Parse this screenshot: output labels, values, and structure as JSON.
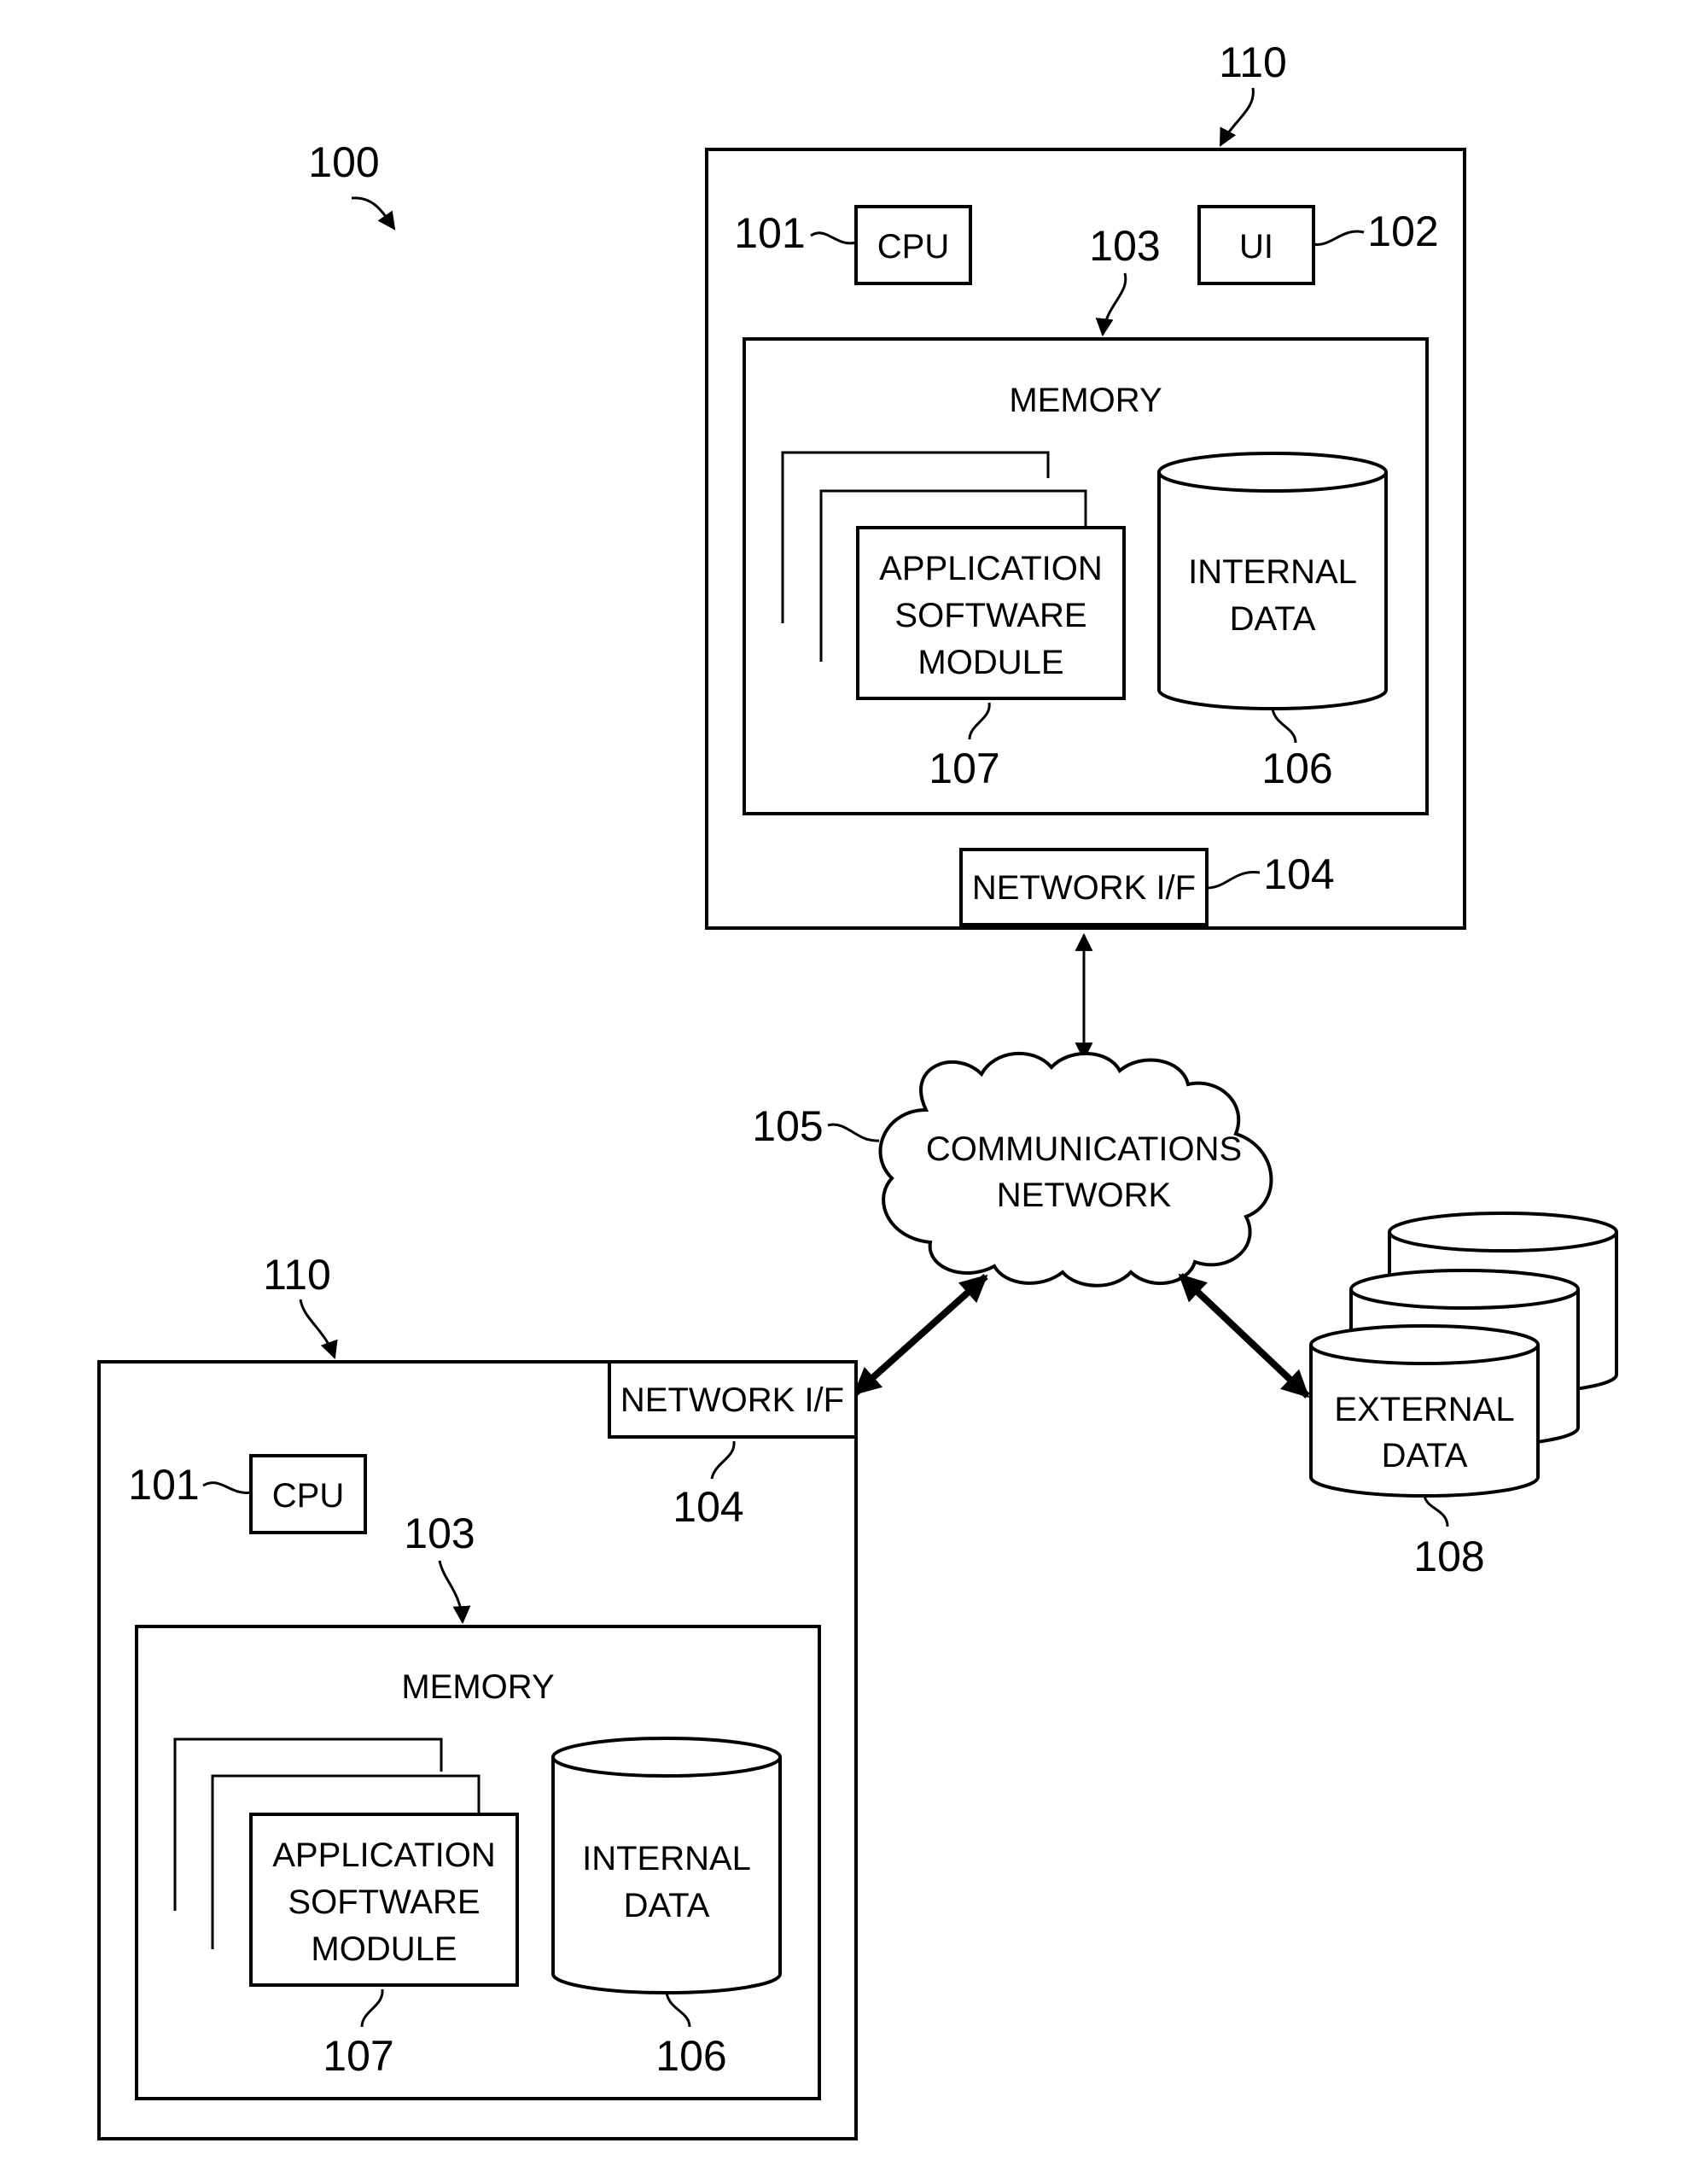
{
  "figure": {
    "ref_system": "100",
    "top_computer": {
      "ref": "110",
      "cpu": {
        "ref": "101",
        "label": "CPU"
      },
      "ui": {
        "ref": "102",
        "label": "UI"
      },
      "memory": {
        "ref": "103",
        "label": "MEMORY"
      },
      "app_module": {
        "ref": "107",
        "lines": [
          "APPLICATION",
          "SOFTWARE",
          "MODULE"
        ]
      },
      "internal_data": {
        "ref": "106",
        "lines": [
          "INTERNAL",
          "DATA"
        ]
      },
      "network_if": {
        "ref": "104",
        "label": "NETWORK I/F"
      }
    },
    "network": {
      "ref": "105",
      "lines": [
        "COMMUNICATIONS",
        "NETWORK"
      ]
    },
    "external_data": {
      "ref": "108",
      "lines": [
        "EXTERNAL",
        "DATA"
      ]
    },
    "bottom_computer": {
      "ref": "110",
      "cpu": {
        "ref": "101",
        "label": "CPU"
      },
      "memory": {
        "ref": "103",
        "label": "MEMORY"
      },
      "app_module": {
        "ref": "107",
        "lines": [
          "APPLICATION",
          "SOFTWARE",
          "MODULE"
        ]
      },
      "internal_data": {
        "ref": "106",
        "lines": [
          "INTERNAL",
          "DATA"
        ]
      },
      "network_if": {
        "ref": "104",
        "label": "NETWORK I/F"
      }
    }
  }
}
